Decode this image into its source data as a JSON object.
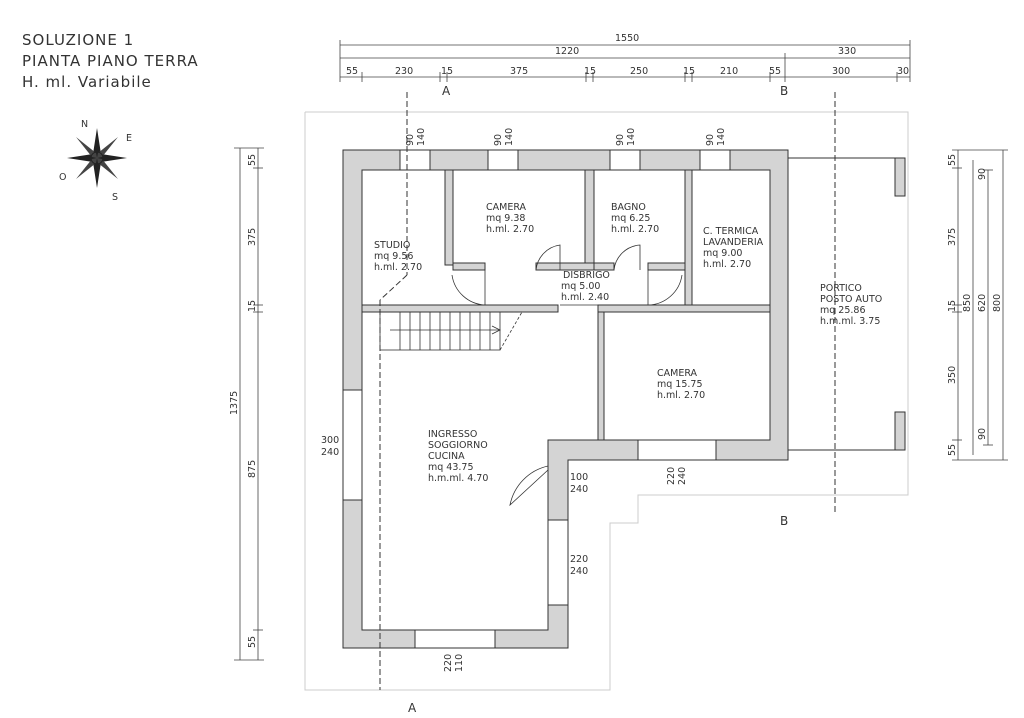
{
  "title": {
    "line1": "SOLUZIONE 1",
    "line2": "PIANTA PIANO TERRA",
    "line3": "H. ml. Variabile"
  },
  "compass": {
    "n": "N",
    "e": "E",
    "s": "S",
    "o": "O"
  },
  "section_marks": {
    "a": "A",
    "b": "B"
  },
  "dimensions": {
    "top_total": "1550",
    "top_1220": "1220",
    "top_330": "330",
    "top_segments": [
      "55",
      "230",
      "15",
      "375",
      "15",
      "250",
      "15",
      "210",
      "55",
      "300",
      "30"
    ],
    "left_total": "1375",
    "left_segments": [
      "55",
      "375",
      "15",
      "875",
      "55"
    ],
    "right_segments": [
      "55",
      "375",
      "15",
      "350",
      "55"
    ],
    "right_850": "850",
    "right_620": "620",
    "right_800": "800",
    "right_90_top": "90",
    "right_90_bottom": "90"
  },
  "openings": {
    "top_90": "90",
    "top_140": "140",
    "left_300": "300",
    "left_240": "240",
    "door_100": "100",
    "door_240": "240",
    "win_220": "220",
    "win_240": "240",
    "bottom_220": "220",
    "bottom_110": "110",
    "camera2_220": "220",
    "camera2_240": "240"
  },
  "rooms": {
    "studio": {
      "name": "STUDIO",
      "area": "mq    9.56",
      "height": "h.ml.  2.70"
    },
    "camera1": {
      "name": "CAMERA",
      "area": "mq    9.38",
      "height": "h.ml.  2.70"
    },
    "bagno": {
      "name": "BAGNO",
      "area": "mq    6.25",
      "height": "h.ml.  2.70"
    },
    "termica": {
      "name": "C. TERMICA",
      "name2": "LAVANDERIA",
      "area": "mq    9.00",
      "height": "h.ml.  2.70"
    },
    "disbrigo": {
      "name": "DISBRIGO",
      "area": "mq  5.00",
      "height": "h.ml.  2.40"
    },
    "portico": {
      "name": "PORTICO",
      "name2": "POSTO AUTO",
      "area": "mq    25.86",
      "height": "h.m.ml.  3.75"
    },
    "camera2": {
      "name": "CAMERA",
      "area": "mq  15.75",
      "height": "h.ml.  2.70"
    },
    "ingresso": {
      "name": "INGRESSO",
      "name2": "SOGGIORNO",
      "name3": "CUCINA",
      "area": "mq  43.75",
      "height": "h.m.ml.  4.70"
    }
  }
}
